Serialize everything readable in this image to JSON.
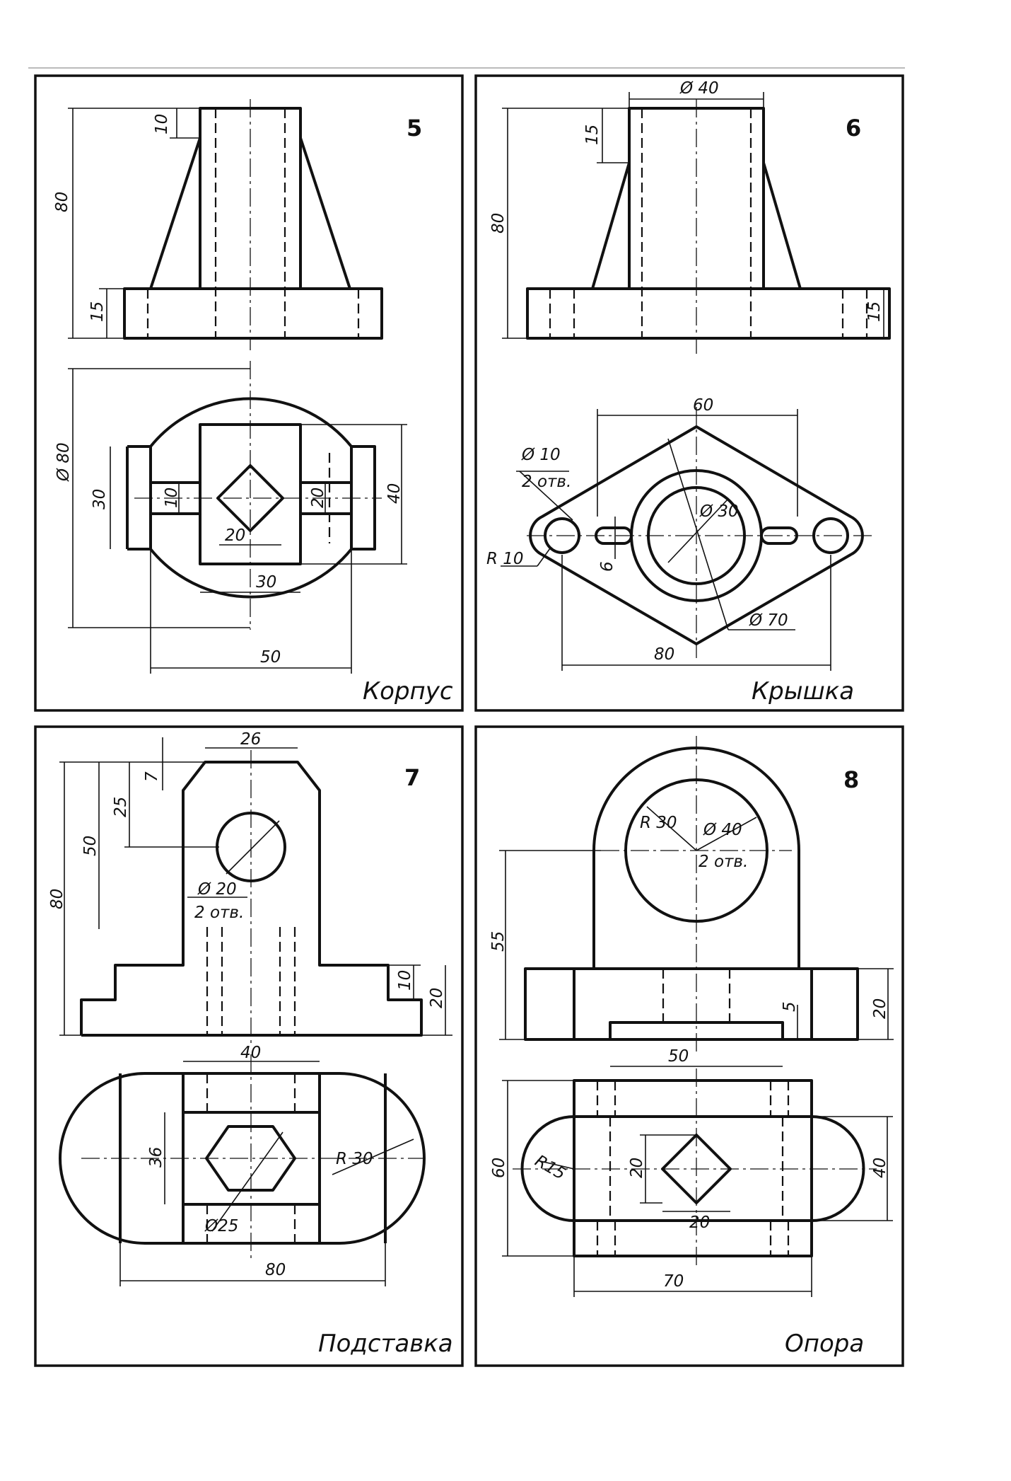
{
  "panels": [
    {
      "number": "5",
      "title": "Корпус",
      "dims": {
        "h80": "80",
        "h10": "10",
        "h15": "15",
        "d80": "Ø 80",
        "v30": "30",
        "v10": "10",
        "v20": "20",
        "v40": "40",
        "s20": "20",
        "w30": "30",
        "w50": "50"
      }
    },
    {
      "number": "6",
      "title": "Крышка",
      "dims": {
        "d40": "Ø 40",
        "h15": "15",
        "h80": "80",
        "h15r": "15",
        "w60": "60",
        "d10": "Ø 10",
        "holes": "2 отв.",
        "d30": "Ø 30",
        "r10": "R 10",
        "v6": "6",
        "d70": "Ø 70",
        "w80": "80"
      }
    },
    {
      "number": "7",
      "title": "Подставка",
      "dims": {
        "w26": "26",
        "h7": "7",
        "h25": "25",
        "h50": "50",
        "h80": "80",
        "d20": "Ø 20",
        "holes": "2 отв.",
        "h10": "10",
        "h20": "20",
        "w40": "40",
        "v36": "36",
        "r30": "R 30",
        "d25": "Ø25",
        "w80": "80"
      }
    },
    {
      "number": "8",
      "title": "Опора",
      "dims": {
        "r30": "R 30",
        "d40": "Ø 40",
        "holes": "2 отв.",
        "h55": "55",
        "h5": "5",
        "h20": "20",
        "w50": "50",
        "v60": "60",
        "r15": "R15",
        "v20": "20",
        "s20": "20",
        "v40": "40",
        "w70": "70"
      }
    }
  ]
}
